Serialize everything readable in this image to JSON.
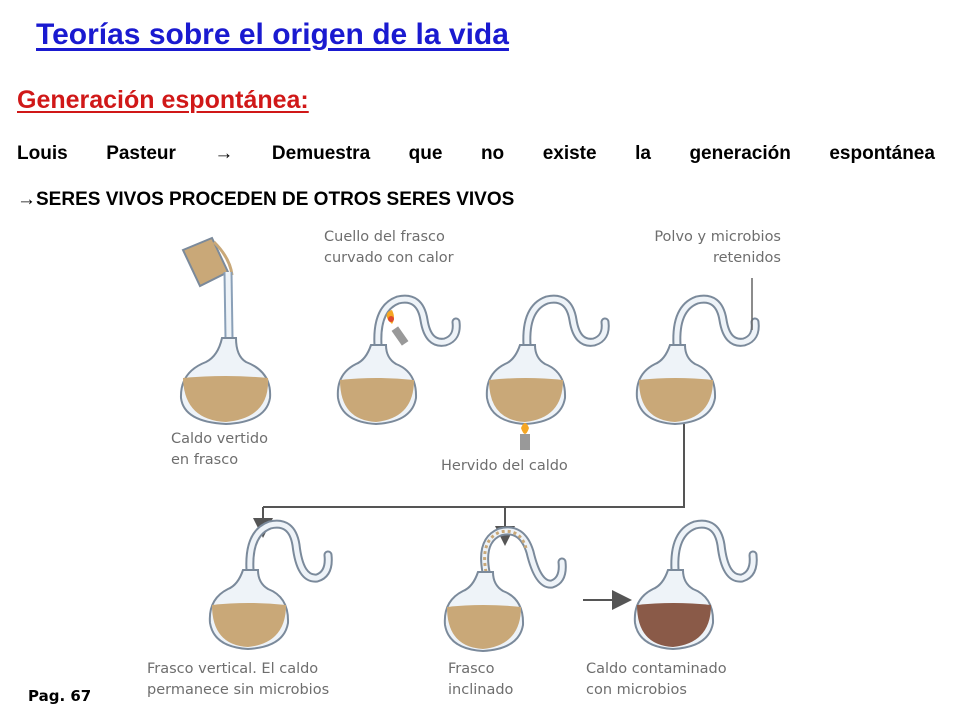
{
  "title": "Teorías sobre el origen de la vida",
  "subtitle": "Generación espontánea:",
  "line1": {
    "words": [
      "Louis",
      "Pasteur",
      "→",
      "Demuestra",
      "que",
      "no",
      "existe",
      "la",
      "generación",
      "espontánea"
    ]
  },
  "line2": {
    "arrow": "→",
    "text": "SERES VIVOS PROCEDEN DE OTROS SERES VIVOS"
  },
  "diagram": {
    "label_neck_1": "Cuello del frasco",
    "label_neck_2": "curvado con calor",
    "label_dust_1": "Polvo y microbios",
    "label_dust_2": "retenidos",
    "label_pour_1": "Caldo vertido",
    "label_pour_2": "en frasco",
    "label_boil": "Hervido del caldo",
    "label_vertical_1": "Frasco vertical. El caldo",
    "label_vertical_2": "permanece sin microbios",
    "label_tilted_1": "Frasco",
    "label_tilted_2": "inclinado",
    "label_contam_1": "Caldo contaminado",
    "label_contam_2": "con microbios",
    "colors": {
      "broth": "#c9a878",
      "contaminated": "#8a5a48",
      "glass": "#8aa0b8"
    }
  },
  "page_ref": "Pag.  67"
}
